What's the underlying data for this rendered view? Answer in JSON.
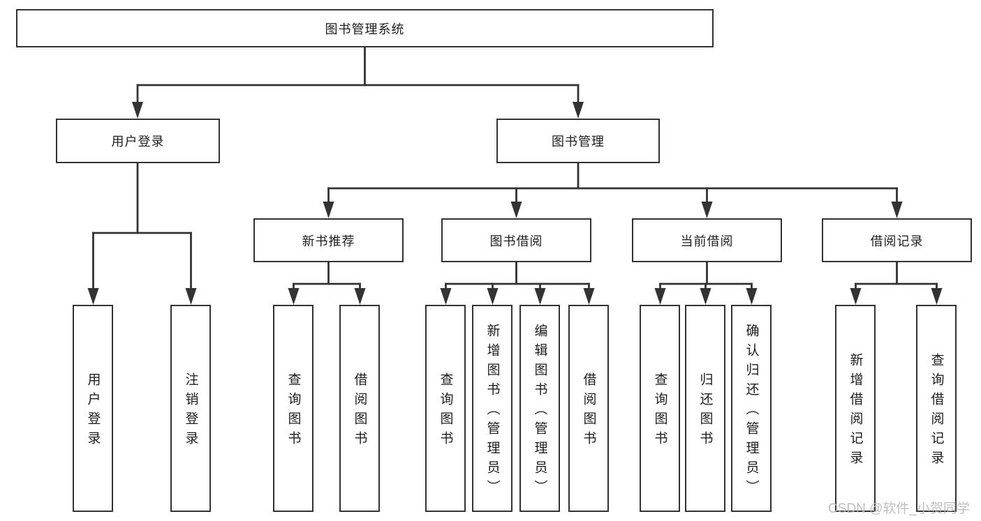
{
  "tree": {
    "label": "图书管理系统",
    "children": [
      {
        "label": "用户登录",
        "children": [
          {
            "label": "用户登录"
          },
          {
            "label": "注销登录"
          }
        ]
      },
      {
        "label": "图书管理",
        "children": [
          {
            "label": "新书推荐",
            "children": [
              {
                "label": "查询图书"
              },
              {
                "label": "借阅图书"
              }
            ]
          },
          {
            "label": "图书借阅",
            "children": [
              {
                "label": "查询图书"
              },
              {
                "label": "新增图书（管理员）"
              },
              {
                "label": "编辑图书（管理员）"
              },
              {
                "label": "借阅图书"
              }
            ]
          },
          {
            "label": "当前借阅",
            "children": [
              {
                "label": "查询图书"
              },
              {
                "label": "归还图书"
              },
              {
                "label": "确认归还（管理员）"
              }
            ]
          },
          {
            "label": "借阅记录",
            "children": [
              {
                "label": "新增借阅记录"
              },
              {
                "label": "查询借阅记录"
              }
            ]
          }
        ]
      }
    ]
  },
  "watermark": {
    "text": "CSDN @软件_小贺同学"
  },
  "colors": {
    "line": "#333333",
    "text": "#1e1e1e",
    "background": "#ffffff",
    "watermark": "#b8b8b8"
  }
}
